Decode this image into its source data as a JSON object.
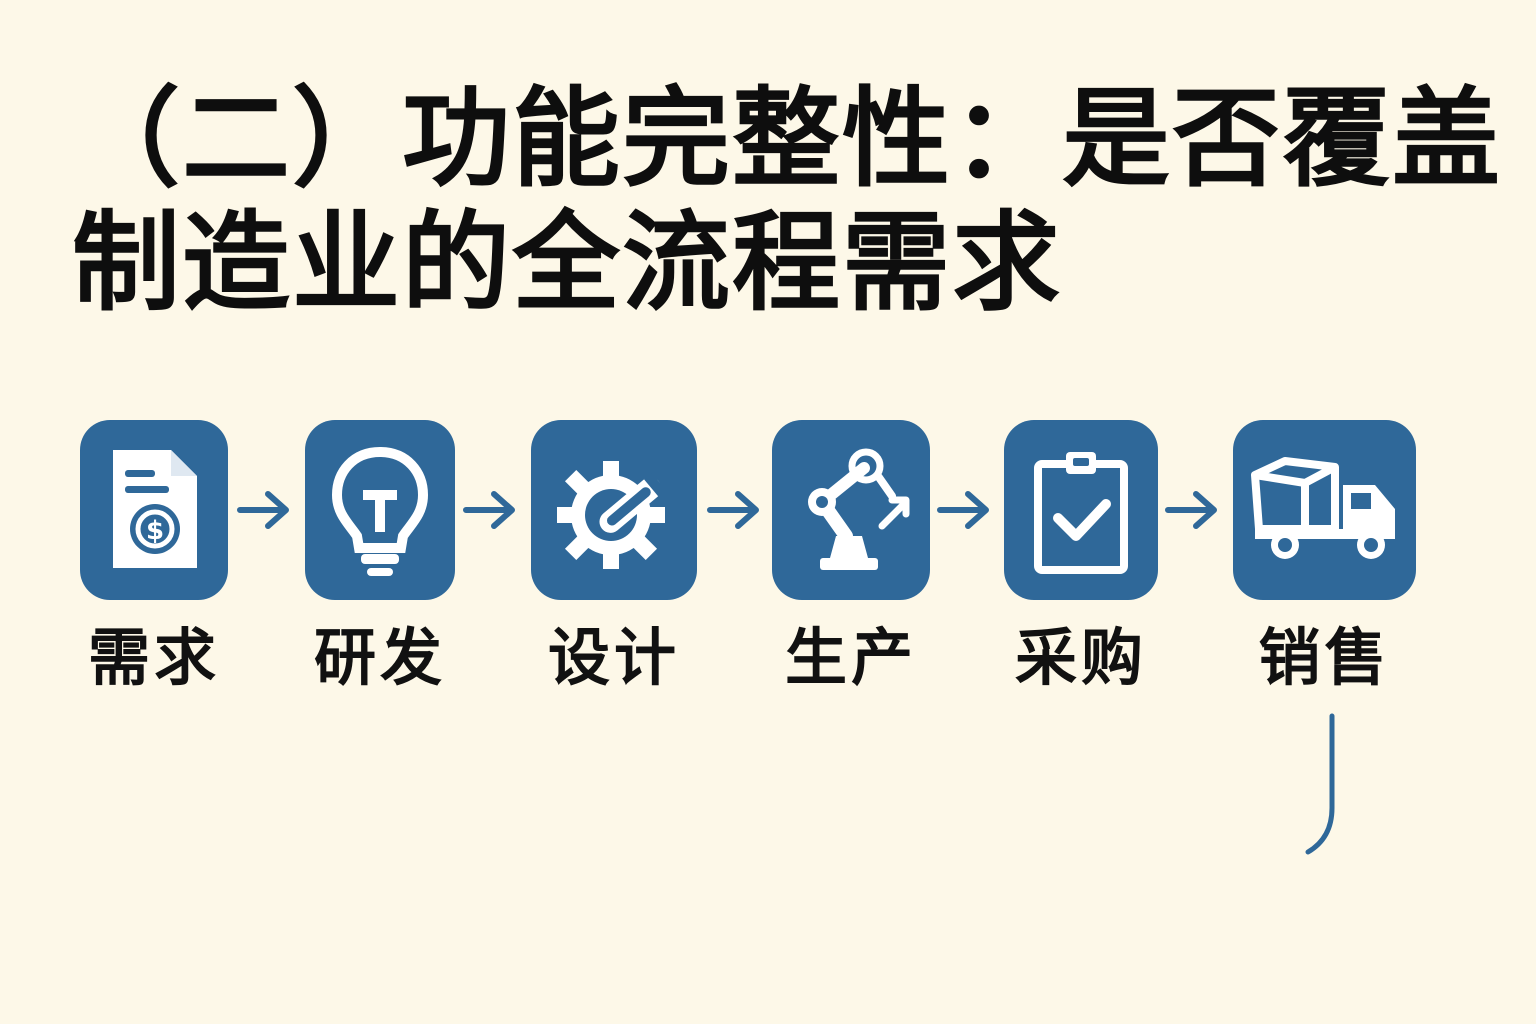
{
  "title": {
    "line1": "（二）功能完整性：是否覆盖",
    "line2": "制造业的全流程需求"
  },
  "colors": {
    "tile": "#2f6899",
    "arrow": "#2f6899",
    "background": "#fdf8e8",
    "text": "#0e0e0e"
  },
  "steps": [
    {
      "label": "需求",
      "icon": "invoice-dollar-icon"
    },
    {
      "label": "研发",
      "icon": "lightbulb-icon"
    },
    {
      "label": "设计",
      "icon": "gear-pencil-icon"
    },
    {
      "label": "生产",
      "icon": "robot-arm-icon"
    },
    {
      "label": "采购",
      "icon": "clipboard-check-icon"
    },
    {
      "label": "销售",
      "icon": "delivery-truck-icon"
    }
  ]
}
